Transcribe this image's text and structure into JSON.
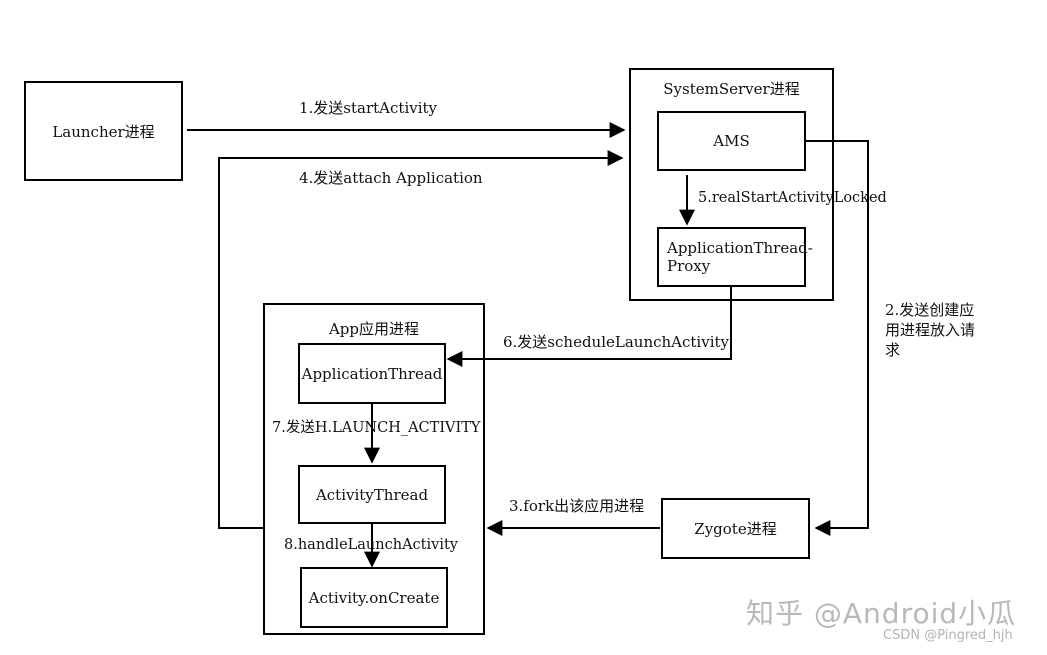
{
  "nodes": {
    "launcher": "Launcher进程",
    "system_server": "SystemServer进程",
    "ams": "AMS",
    "app_thread_proxy_line1": "ApplicationThread-",
    "app_thread_proxy_line2": "Proxy",
    "app_process": "App应用进程",
    "application_thread": "ApplicationThread",
    "activity_thread": "ActivityThread",
    "activity_oncreate": "Activity.onCreate",
    "zygote": "Zygote进程"
  },
  "edges": {
    "step1": "1.发送startActivity",
    "step2_line1": "2.发送创建应",
    "step2_line2": "用进程放入请",
    "step2_line3": "求",
    "step3": "3.fork出该应用进程",
    "step4": "4.发送attach Application",
    "step5": "5.realStartActivityLocked",
    "step6": "6.发送scheduleLaunchActivity",
    "step7": "7.发送H.LAUNCH_ACTIVITY",
    "step8": "8.handleLaunchActivity"
  },
  "watermarks": {
    "zhihu": "知乎 @Android小瓜",
    "csdn": "CSDN @Pingred_hjh"
  }
}
